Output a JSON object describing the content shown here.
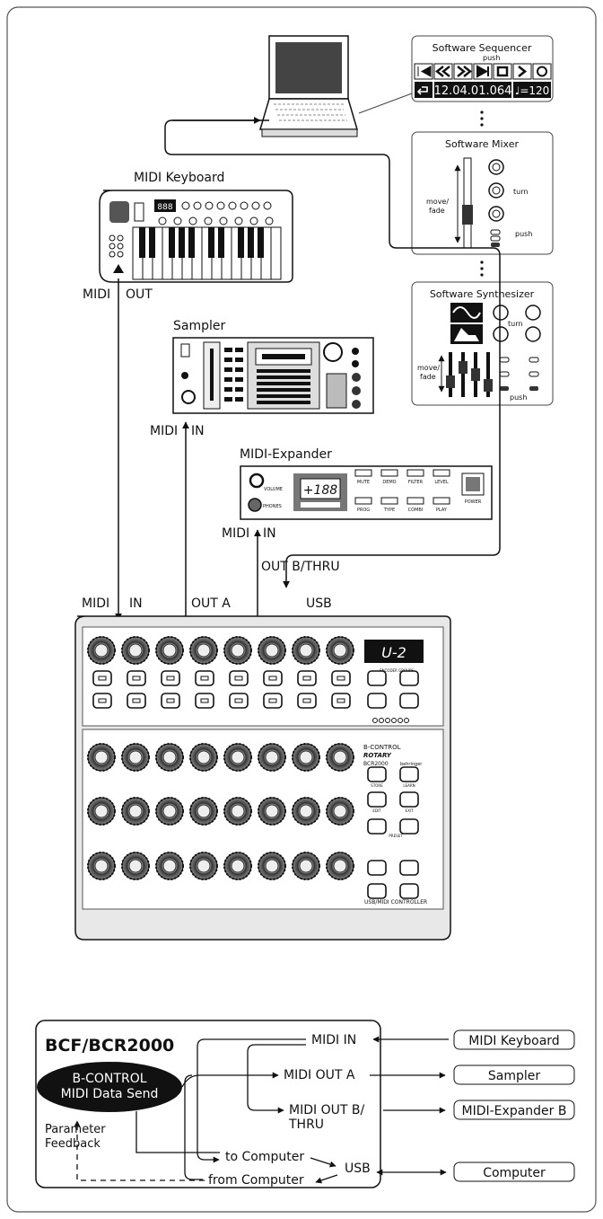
{
  "devices": {
    "sequencer": {
      "title": "Software Sequencer",
      "push_label": "push",
      "time": "12.04.01.064",
      "tempo": "♩=120"
    },
    "mixer": {
      "title": "Software Mixer",
      "move_label": "move/\nfade",
      "turn_label": "turn",
      "push_label": "push"
    },
    "synth": {
      "title": "Software Synthesizer",
      "turn_label": "turn",
      "move_label": "move/\nfade",
      "push_label": "push"
    },
    "keyboard": {
      "title": "MIDI Keyboard",
      "display": "888"
    },
    "sampler": {
      "title": "Sampler"
    },
    "expander": {
      "title": "MIDI-Expander",
      "display": "+188",
      "volume": "VOLUME",
      "phones": "PHONES",
      "buttons_top": [
        "MUTE",
        "DEMO",
        "FILTER",
        "LEVEL"
      ],
      "buttons_bottom": [
        "PROG",
        "TYPE",
        "COMBI",
        "PLAY"
      ],
      "power": "POWER"
    },
    "bcr": {
      "display": "U-2",
      "brand1": "B-CONTROL",
      "brand2": "ROTARY",
      "model": "BCR2000",
      "footer": "USB/MIDI CONTROLLER",
      "maker": "behringer",
      "encoder_groups": "ENCODER GROUPS",
      "side_buttons": [
        "STORE",
        "LEARN",
        "EDIT",
        "EXIT"
      ],
      "preset": "PRESET"
    }
  },
  "connections": {
    "kb_midi": "MIDI",
    "kb_out": "OUT",
    "sampler_midi": "MIDI",
    "sampler_in": "IN",
    "exp_midi": "MIDI",
    "exp_in": "IN",
    "out_b_thru": "OUT B/THRU",
    "bcr_midi": "MIDI",
    "bcr_in": "IN",
    "out_a": "OUT A",
    "usb": "USB"
  },
  "block_diagram": {
    "title": "BCF/BCR2000",
    "engine_line1": "B-CONTROL",
    "engine_line2": "MIDI Data Send",
    "param_line1": "Parameter",
    "param_line2": "Feedback",
    "ports": {
      "midi_in": "MIDI IN",
      "midi_out_a": "MIDI OUT A",
      "midi_out_b_1": "MIDI OUT B/",
      "midi_out_b_2": "THRU",
      "to_computer": "to Computer",
      "from_computer": "from Computer",
      "usb": "USB"
    },
    "external": [
      "MIDI Keyboard",
      "Sampler",
      "MIDI-Expander B",
      "Computer"
    ]
  }
}
